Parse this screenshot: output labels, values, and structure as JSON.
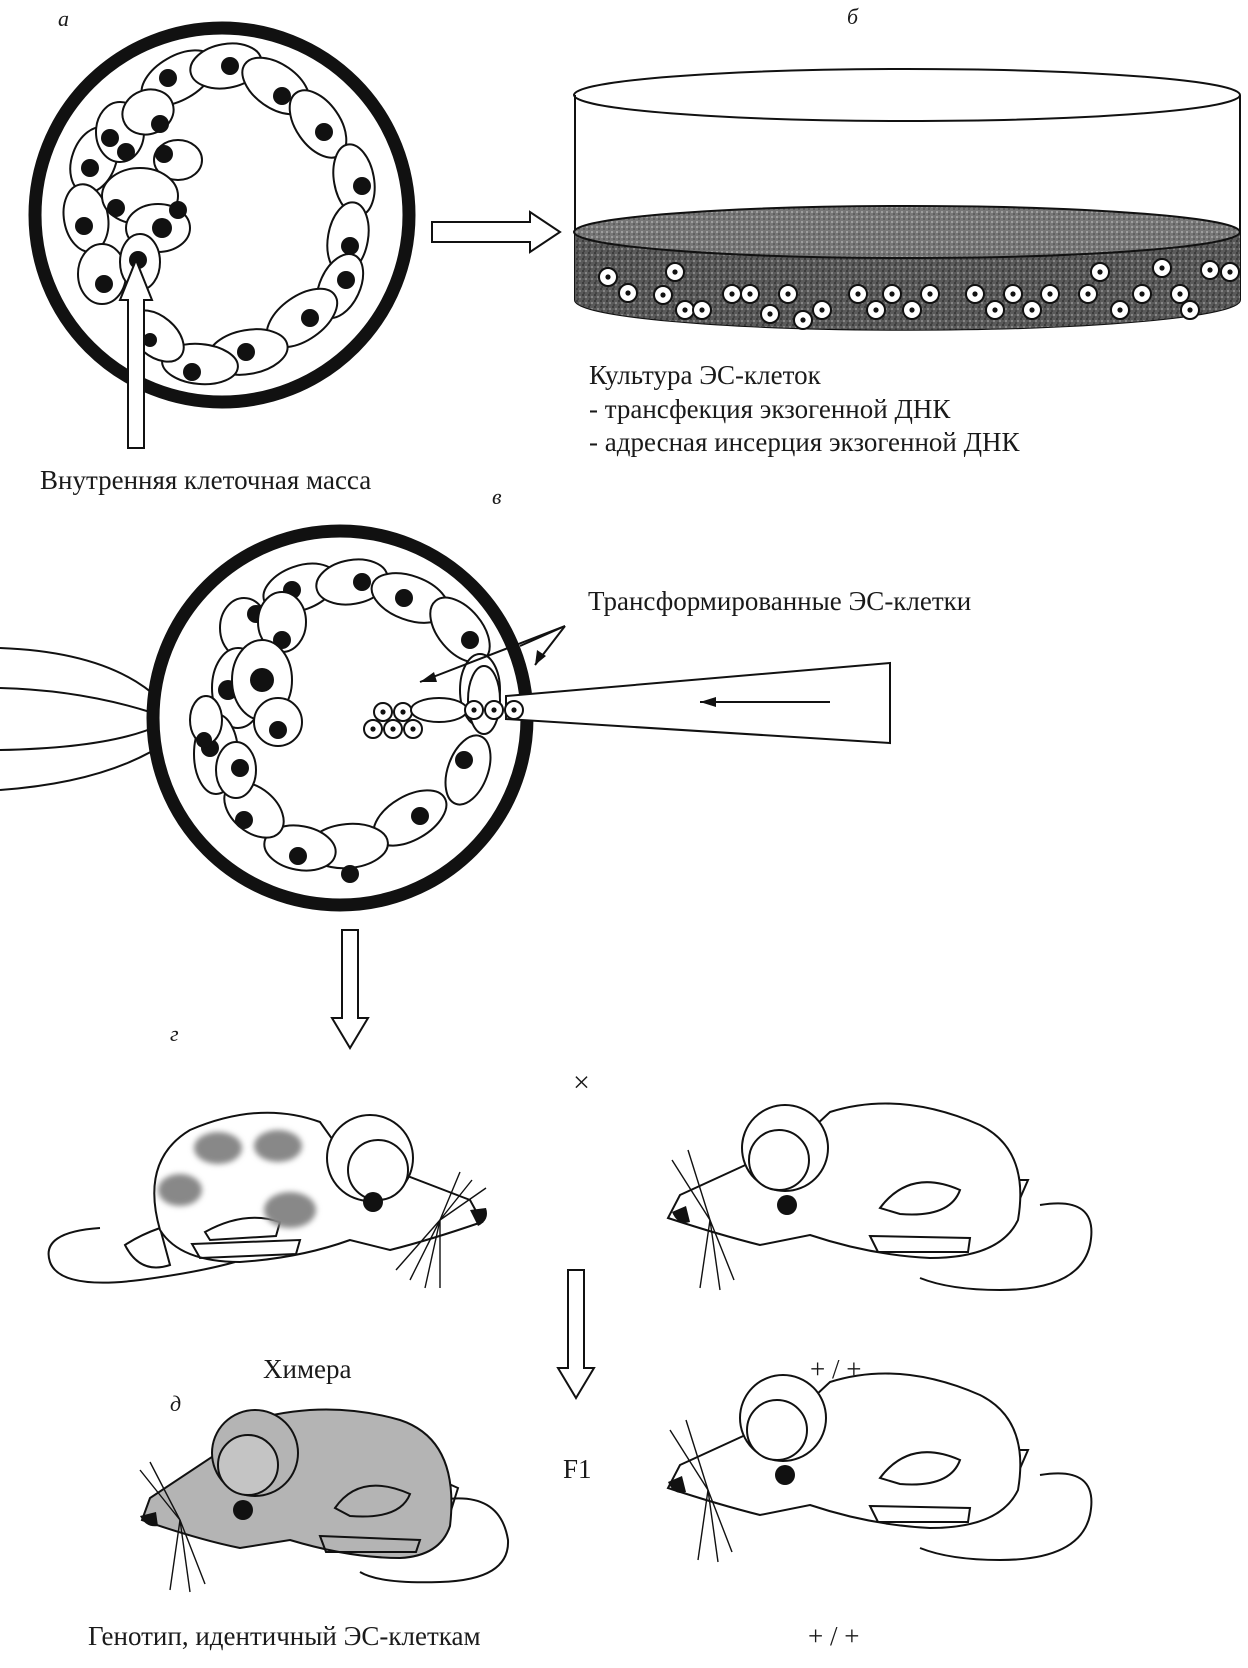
{
  "panels": {
    "a": "а",
    "b": "б",
    "v": "в",
    "g": "г",
    "d": "д"
  },
  "labels": {
    "inner_cell_mass": "Внутренняя клеточная масса",
    "culture_title": "Культура ЭС-клеток",
    "culture_line1": "- трансфекция экзогенной ДНК",
    "culture_line2": "- адресная инсерция экзогенной ДНК",
    "transformed_cells": "Трансформированные ЭС-клетки",
    "cross_sign": "×",
    "chimera": "Химера",
    "wildtype_top": "+ / +",
    "f1": "F1",
    "genotype_es": "Генотип, идентичный ЭС-клеткам",
    "wildtype_bottom": "+ / +"
  },
  "colors": {
    "ink": "#111111",
    "es_mouse_fill": "#b4b4b4",
    "medium_fill": "#555555"
  }
}
